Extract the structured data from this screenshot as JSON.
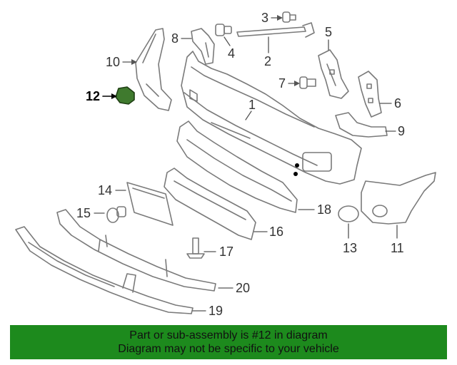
{
  "diagram": {
    "callouts": [
      {
        "id": "1",
        "label": "1"
      },
      {
        "id": "2",
        "label": "2"
      },
      {
        "id": "3",
        "label": "3"
      },
      {
        "id": "4",
        "label": "4"
      },
      {
        "id": "5",
        "label": "5"
      },
      {
        "id": "6",
        "label": "6"
      },
      {
        "id": "7",
        "label": "7"
      },
      {
        "id": "8",
        "label": "8"
      },
      {
        "id": "9",
        "label": "9"
      },
      {
        "id": "10",
        "label": "10"
      },
      {
        "id": "11",
        "label": "11"
      },
      {
        "id": "12",
        "label": "12"
      },
      {
        "id": "13",
        "label": "13"
      },
      {
        "id": "14",
        "label": "14"
      },
      {
        "id": "15",
        "label": "15"
      },
      {
        "id": "16",
        "label": "16"
      },
      {
        "id": "17",
        "label": "17"
      },
      {
        "id": "18",
        "label": "18"
      },
      {
        "id": "19",
        "label": "19"
      },
      {
        "id": "20",
        "label": "20"
      }
    ],
    "highlighted_part": "12",
    "highlight_color": "#3f7a2e",
    "line_color": "#7a7a7a"
  },
  "banner": {
    "line1": "Part or sub-assembly is #12 in diagram",
    "line2": "Diagram may not be specific to your vehicle",
    "background": "#1d8a1d"
  }
}
